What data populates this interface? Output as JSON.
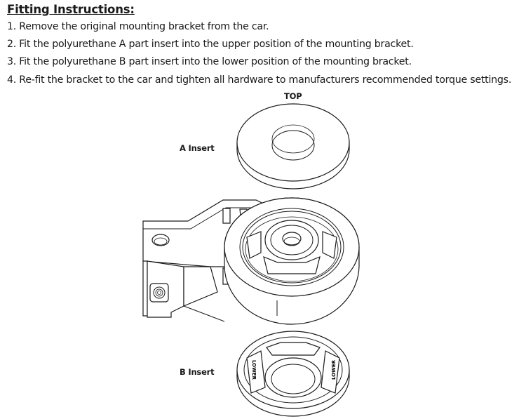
{
  "instructions": {
    "title": "Fitting Instructions:",
    "steps": [
      "1. Remove the original mounting bracket from the car.",
      "2. Fit the polyurethane A part insert into the upper position of the mounting bracket.",
      "3. Fit the polyurethane B part insert into the lower position of the mounting bracket.",
      "4. Re-fit the bracket to the car and tighten all hardware to manufacturers recommended torque settings."
    ]
  },
  "diagram": {
    "top_label": "TOP",
    "a_insert_label": "A Insert",
    "b_insert_label": "B Insert",
    "b_insert_marking": "LOWER"
  }
}
